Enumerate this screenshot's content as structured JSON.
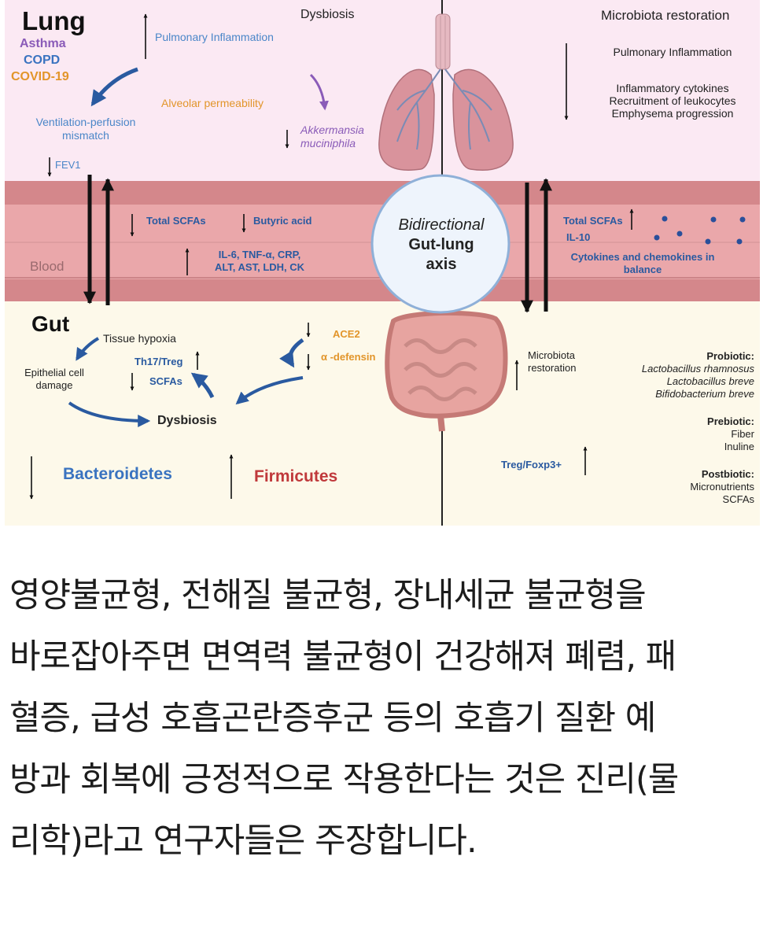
{
  "figure": {
    "colors": {
      "lung_bg": "#fbe9f3",
      "blood_band": "#e7a3a6",
      "blood_border": "#c87a80",
      "gut_bg": "#fdf9ea",
      "blue_text": "#4a86c8",
      "orange_text": "#e2952a",
      "purple_text": "#8a5bb8",
      "dark_blue": "#2a5aa0",
      "red_text": "#c0393b"
    },
    "lung": {
      "title": "Lung",
      "diseases": [
        "Asthma",
        "COPD",
        "COVID-19"
      ],
      "pulmonary_inflammation": "Pulmonary Inflammation",
      "alveolar_permeability": "Alveolar permeability",
      "ventilation_perfusion": [
        "Ventilation-perfusion",
        "mismatch"
      ],
      "fev1": "FEV1",
      "akkermansia": [
        "Akkermansia",
        "muciniphila"
      ],
      "dysbiosis": "Dysbiosis"
    },
    "restoration": {
      "title": "Microbiota restoration",
      "pulmonary_inflammation": "Pulmonary Inflammation",
      "effects": [
        "Inflammatory cytokines",
        "Recruitment of leukocytes",
        "Emphysema progression"
      ]
    },
    "blood": {
      "label": "Blood",
      "total_scfas": "Total SCFAs",
      "butyric_acid": "Butyric acid",
      "markers": [
        "IL-6, TNF-α, CRP,",
        "ALT, AST, LDH, CK"
      ],
      "right_total_scfas": "Total SCFAs",
      "il10": "IL-10",
      "cytokines": [
        "Cytokines and chemokines in",
        "balance"
      ]
    },
    "axis": {
      "line1": "Bidirectional",
      "line2": "Gut-lung",
      "line3": "axis"
    },
    "gut": {
      "title": "Gut",
      "tissue_hypoxia": "Tissue hypoxia",
      "epithelial": [
        "Epithelial cell",
        "damage"
      ],
      "th17": "Th17/Treg",
      "scfas": "SCFAs",
      "ace2": "ACE2",
      "defensin": "α -defensin",
      "dysbiosis": "Dysbiosis",
      "bacteroidetes": "Bacteroidetes",
      "firmicutes": "Firmicutes",
      "microbiota_restoration": [
        "Microbiota",
        "restoration"
      ],
      "treg": "Treg/Foxp3+",
      "probiotic_title": "Probiotic:",
      "probiotic_items": [
        "Lactobacillus rhamnosus",
        "Lactobacillus breve",
        "Bifidobacterium breve"
      ],
      "prebiotic_title": "Prebiotic:",
      "prebiotic_items": [
        "Fiber",
        "Inuline"
      ],
      "postbiotic_title": "Postbiotic:",
      "postbiotic_items": [
        "Micronutrients",
        "SCFAs"
      ]
    }
  },
  "caption": {
    "lines": [
      "영양불균형, 전해질 불균형, 장내세균 불균형을",
      "바로잡아주면 면역력 불균형이 건강해져 폐렴, 패",
      "혈증, 급성 호흡곤란증후군 등의 호흡기 질환 예",
      "방과 회복에 긍정적으로 작용한다는 것은 진리(물",
      "리학)라고 연구자들은 주장합니다."
    ]
  }
}
